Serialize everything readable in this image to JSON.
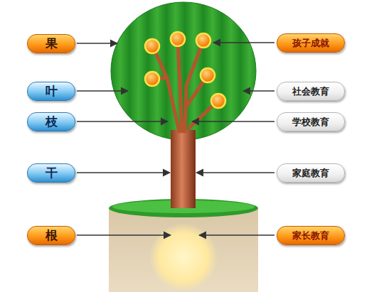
{
  "diagram": {
    "nodes": [
      {
        "text": [
          "果"
        ]
      },
      {
        "text": [
          "孩子成就"
        ]
      },
      {
        "text": [
          "叶"
        ]
      },
      {
        "text": [
          "社会教育"
        ]
      },
      {
        "text": [
          "枝"
        ]
      },
      {
        "text": [
          "学校教育"
        ]
      },
      {
        "text": [
          "干"
        ]
      },
      {
        "text": [
          "家庭教育"
        ]
      },
      {
        "text": [
          "根"
        ]
      },
      {
        "text": [
          "家长教育"
        ]
      }
    ]
  }
}
